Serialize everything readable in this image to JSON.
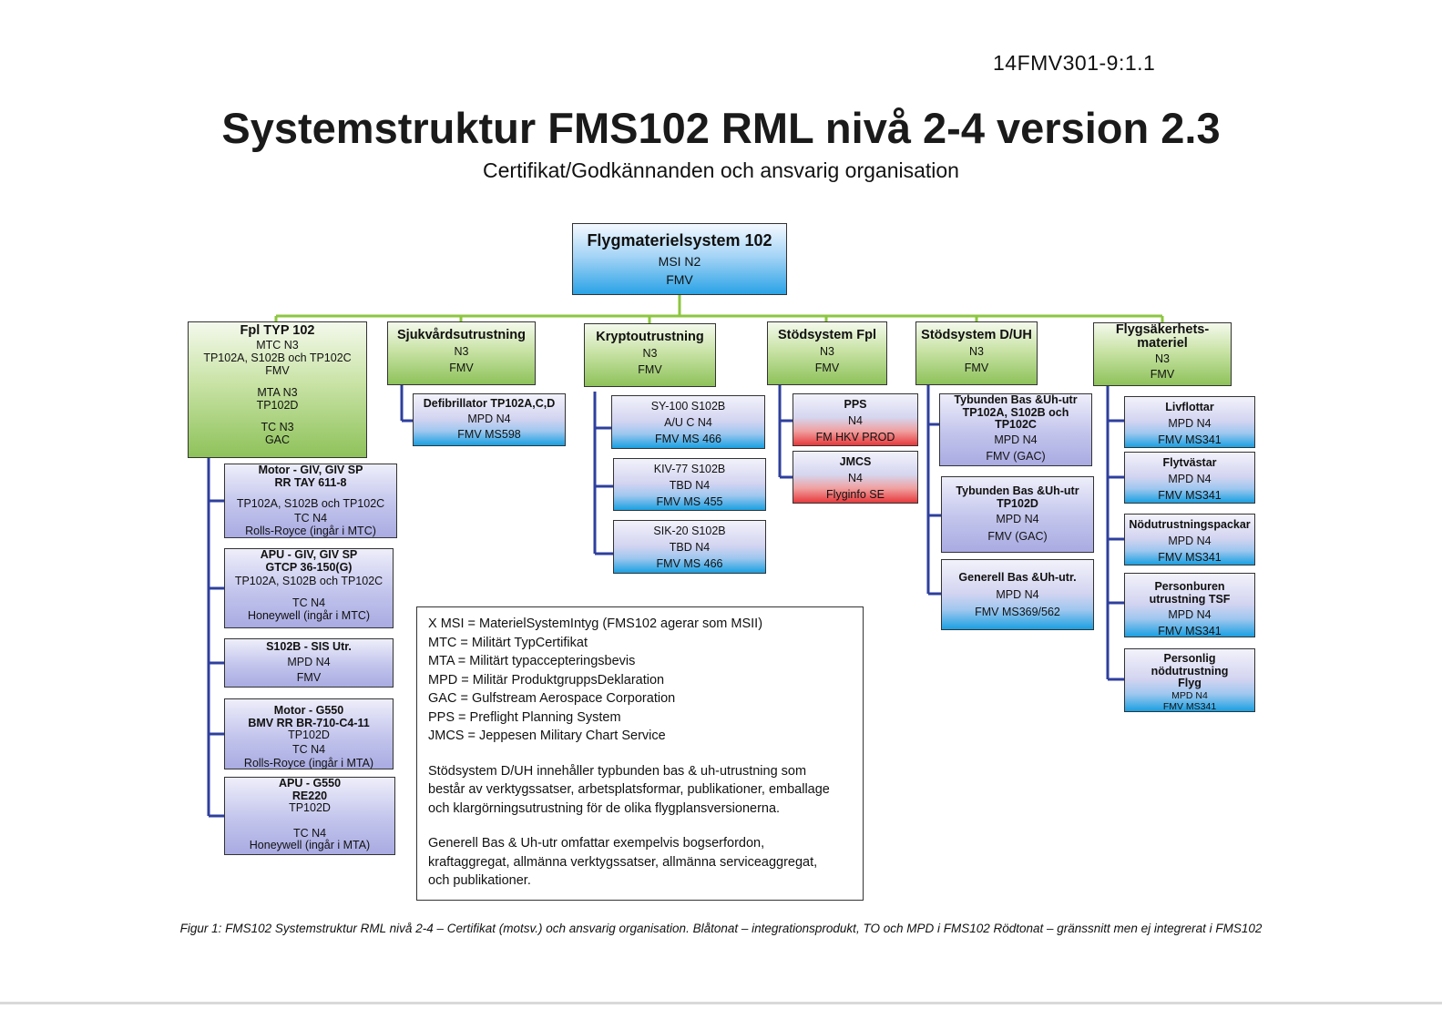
{
  "doc_id": "14FMV301-9:1.1",
  "title": "Systemstruktur FMS102 RML nivå 2-4 version 2.3",
  "subtitle": "Certifikat/Godkännanden och ansvarig organisation",
  "colors": {
    "green_connector": "#8cc63f",
    "blue_connector": "#2e3f9e",
    "integration_blue": "#1aa0e2",
    "interface_red": "#e8393b"
  },
  "root": {
    "title": "Flygmaterielsystem 102",
    "lines": [
      "MSI N2",
      "FMV"
    ]
  },
  "l3": [
    {
      "id": "fpl",
      "title": "Fpl TYP 102",
      "lines": [
        "MTC N3",
        "TP102A, S102B och TP102C",
        "FMV",
        "",
        "MTA N3",
        "TP102D",
        "",
        "TC N3",
        "GAC"
      ]
    },
    {
      "id": "sjuk",
      "title": "Sjukvårdsutrustning",
      "lines": [
        "N3",
        "FMV"
      ]
    },
    {
      "id": "krypto",
      "title": "Kryptoutrustning",
      "lines": [
        "N3",
        "FMV"
      ]
    },
    {
      "id": "stodfpl",
      "title": "Stödsystem Fpl",
      "lines": [
        "N3",
        "FMV"
      ]
    },
    {
      "id": "stoddu",
      "title": "Stödsystem D/UH",
      "lines": [
        "N3",
        "FMV"
      ]
    },
    {
      "id": "flygsak",
      "title": "Flygsäkerhets-materiel",
      "lines": [
        "N3",
        "FMV"
      ]
    }
  ],
  "l4": {
    "fpl": [
      {
        "title": "Motor - GIV, GIV SP",
        "title2": "RR TAY 611-8",
        "lines": [
          "",
          "TP102A, S102B och TP102C",
          "TC N4",
          "Rolls-Royce (ingår i MTC)"
        ]
      },
      {
        "title": "APU - GIV, GIV SP",
        "title2": "GTCP 36-150(G)",
        "lines": [
          "TP102A, S102B och TP102C",
          "",
          "TC N4",
          "Honeywell (ingår i MTC)"
        ]
      },
      {
        "title": "S102B - SIS Utr.",
        "lines": [
          "MPD N4",
          "FMV"
        ]
      },
      {
        "title": "Motor - G550",
        "title2": "BMV RR BR-710-C4-11",
        "lines": [
          "TP102D",
          "TC N4",
          "Rolls-Royce (ingår i MTA)"
        ]
      },
      {
        "title": "APU - G550",
        "title2": "RE220",
        "lines": [
          "TP102D",
          "",
          "TC N4",
          "Honeywell (ingår i MTA)"
        ]
      }
    ],
    "sjuk": [
      {
        "title": "Defibrillator TP102A,C,D",
        "lines": [
          "MPD N4",
          "FMV MS598"
        ]
      }
    ],
    "krypto": [
      {
        "title": "",
        "lines": [
          "SY-100 S102B",
          "A/U C N4",
          "FMV MS 466"
        ]
      },
      {
        "title": "",
        "lines": [
          "KIV-77 S102B",
          "TBD N4",
          "FMV MS 455"
        ]
      },
      {
        "title": "",
        "lines": [
          "SIK-20 S102B",
          "TBD N4",
          "FMV MS 466"
        ]
      }
    ],
    "stodfpl": [
      {
        "title": "PPS",
        "lines": [
          "N4",
          "FM HKV PROD"
        ]
      },
      {
        "title": "JMCS",
        "lines": [
          "N4",
          "Flyginfo SE"
        ]
      }
    ],
    "stoddu": [
      {
        "title": "Tybunden Bas &Uh-utr",
        "title2": "TP102A, S102B och",
        "title3": "TP102C",
        "lines": [
          "MPD N4",
          "FMV (GAC)"
        ]
      },
      {
        "title": "Tybunden Bas &Uh-utr",
        "title2": "TP102D",
        "lines": [
          "MPD N4",
          "FMV (GAC)"
        ]
      },
      {
        "title": "Generell Bas &Uh-utr.",
        "lines": [
          "MPD N4",
          "FMV MS369/562"
        ]
      }
    ],
    "flygsak": [
      {
        "title": "Livflottar",
        "lines": [
          "MPD N4",
          "FMV MS341"
        ]
      },
      {
        "title": "Flytvästar",
        "lines": [
          "MPD N4",
          "FMV MS341"
        ]
      },
      {
        "title": "Nödutrustningspackar",
        "lines": [
          "MPD N4",
          "FMV MS341"
        ]
      },
      {
        "title": "Personburen",
        "title2": "utrustning TSF",
        "lines": [
          "MPD N4",
          "FMV MS341"
        ]
      },
      {
        "title": "Personlig",
        "title2": "nödutrustning",
        "title3": "Flyg",
        "lines": [
          "MPD N4",
          "FMV MS341"
        ]
      }
    ]
  },
  "legend": {
    "lines": [
      "X MSI = MaterielSystemIntyg (FMS102 agerar som MSII)",
      "MTC = Militärt TypCertifikat",
      "MTA = Militärt typaccepteringsbevis",
      "MPD = Militär ProduktgruppsDeklaration",
      "GAC = Gulfstream Aerospace Corporation",
      "PPS = Preflight Planning System",
      "JMCS = Jeppesen Military Chart Service"
    ],
    "para1": [
      "Stödsystem D/UH innehåller typbunden bas & uh-utrustning  som",
      "består av verktygssatser, arbetsplatsformar, publikationer, emballage",
      "och klargörningsutrustning för de olika flygplansversionerna."
    ],
    "para2": [
      "Generell Bas & Uh-utr omfattar exempelvis bogserfordon,",
      "kraftaggregat, allmänna verktygssatser, allmänna serviceaggregat,",
      "och publikationer."
    ]
  },
  "caption": "Figur 1: FMS102 Systemstruktur RML nivå 2-4 – Certifikat (motsv.) och ansvarig organisation. Blåtonat – integrationsprodukt, TO och MPD i FMS102 Rödtonat – gränssnitt men ej integrerat i FMS102"
}
